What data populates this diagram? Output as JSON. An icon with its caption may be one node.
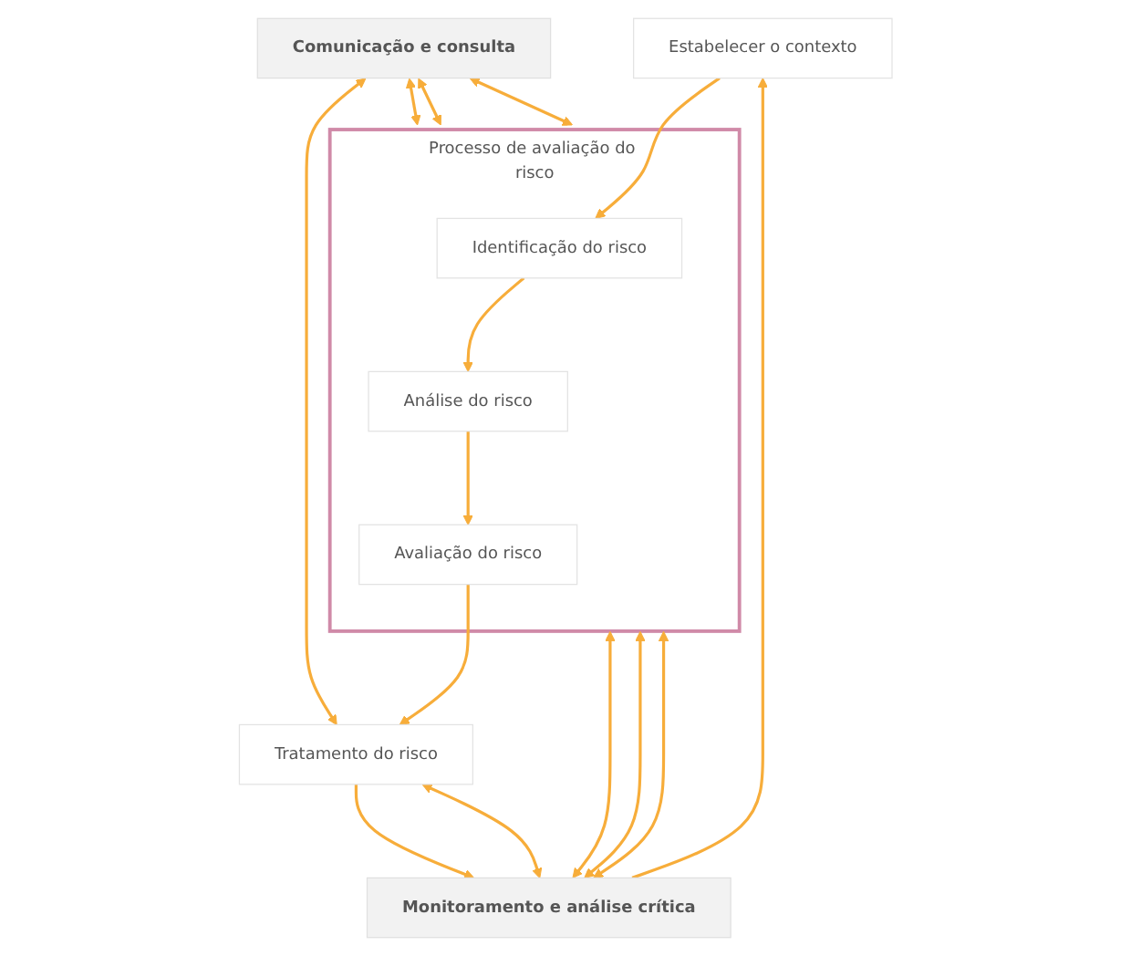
{
  "diagram": {
    "nodes": [
      {
        "text": [
          "Estabelecer o contexto"
        ]
      },
      {
        "text": [
          "Processo de avaliação do risco"
        ]
      },
      {
        "text": [
          "Identificação do risco"
        ],
        "in": 1
      },
      {
        "text": [
          "Análise do risco"
        ],
        "in": 1
      },
      {
        "text": [
          "Avaliação do risco"
        ],
        "in": 1
      },
      {
        "text": [
          "Tratamento do risco"
        ]
      },
      {
        "text": [
          "Comunicação e consulta"
        ]
      },
      {
        "text": [
          "Monitoramento e análise crítica"
        ]
      }
    ],
    "edges": [
      {
        "from": 7,
        "to": 0,
        "arrow": "to"
      },
      {
        "from": 0,
        "to": 2,
        "arrow": "to"
      },
      {
        "from": 2,
        "to": 3,
        "arrow": "to"
      },
      {
        "from": 3,
        "to": 4,
        "arrow": "to"
      },
      {
        "from": 4,
        "to": 5,
        "arrow": "to"
      },
      {
        "from": 5,
        "to": 7,
        "arrow": "to"
      },
      {
        "from": 6,
        "to": 1,
        "arrow": "both"
      },
      {
        "from": 6,
        "to": 1,
        "arrow": "both"
      },
      {
        "from": 6,
        "to": 1,
        "arrow": "both"
      },
      {
        "from": 6,
        "to": 5,
        "arrow": "both"
      },
      {
        "from": 1,
        "to": 7,
        "arrow": "both"
      },
      {
        "from": 1,
        "to": 7,
        "arrow": "both"
      },
      {
        "from": 1,
        "to": 7,
        "arrow": "both"
      },
      {
        "from": 5,
        "to": 7,
        "arrow": "both"
      }
    ]
  }
}
